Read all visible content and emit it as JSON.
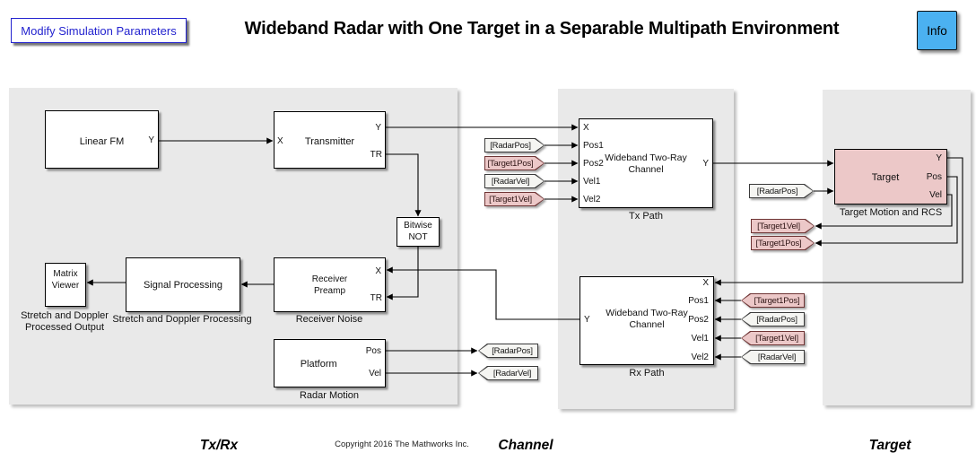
{
  "header": {
    "modify_button_label": "Modify Simulation Parameters",
    "title": "Wideband Radar with One Target in a Separable Multipath Environment",
    "info_button_label": "Info"
  },
  "footer": {
    "copyright": "Copyright 2016 The Mathworks Inc.",
    "txrx_label": "Tx/Rx",
    "channel_label": "Channel",
    "target_label": "Target"
  },
  "blocks": {
    "linear_fm": {
      "name": "Linear FM",
      "port_y": "Y"
    },
    "transmitter": {
      "name": "Transmitter",
      "port_x": "X",
      "port_y": "Y",
      "port_tr": "TR"
    },
    "bitwise_not": {
      "name_line1": "Bitwise",
      "name_line2": "NOT"
    },
    "receiver_preamp": {
      "name_line1": "Receiver",
      "name_line2": "Preamp",
      "port_x": "X",
      "port_tr": "TR",
      "caption": "Receiver Noise"
    },
    "signal_processing": {
      "name": "Signal Processing",
      "caption": "Stretch and Doppler Processing"
    },
    "matrix_viewer": {
      "name_line1": "Matrix",
      "name_line2": "Viewer",
      "caption_line1": "Stretch and Doppler",
      "caption_line2": "Processed Output"
    },
    "platform": {
      "name": "Platform",
      "port_pos": "Pos",
      "port_vel": "Vel",
      "caption": "Radar Motion"
    },
    "tx_path": {
      "name_line1": "Wideband Two-Ray",
      "name_line2": "Channel",
      "in_ports": [
        "X",
        "Pos1",
        "Pos2",
        "Vel1",
        "Vel2"
      ],
      "port_y": "Y",
      "caption": "Tx Path"
    },
    "rx_path": {
      "name_line1": "Wideband Two-Ray",
      "name_line2": "Channel",
      "in_ports": [
        "X",
        "Pos1",
        "Pos2",
        "Vel1",
        "Vel2"
      ],
      "port_y": "Y",
      "caption": "Rx Path"
    },
    "target": {
      "name": "Target",
      "port_y": "Y",
      "port_pos": "Pos",
      "port_vel": "Vel",
      "caption": "Target Motion and RCS"
    }
  },
  "tags": {
    "tx_from_radarpos": "[RadarPos]",
    "tx_from_target1pos": "[Target1Pos]",
    "tx_from_radarvel": "[RadarVel]",
    "tx_from_target1vel": "[Target1Vel]",
    "radar_goto_pos": "[RadarPos]",
    "radar_goto_vel": "[RadarVel]",
    "tgt_from_radarpos": "[RadarPos]",
    "tgt_goto_target1vel": "[Target1Vel]",
    "tgt_goto_target1pos": "[Target1Pos]",
    "rx_from_target1pos": "[Target1Pos]",
    "rx_from_radarpos": "[RadarPos]",
    "rx_from_target1vel": "[Target1Vel]",
    "rx_from_radarvel": "[RadarVel]"
  },
  "colors": {
    "pink_fill": "#ecc8c8",
    "pink_border": "#6e3434",
    "tag_fill": "#f5f5f2",
    "region_fill": "#e9e9e9",
    "info_button_blue": "#4bb1f1",
    "link_blue": "#2323cf"
  }
}
